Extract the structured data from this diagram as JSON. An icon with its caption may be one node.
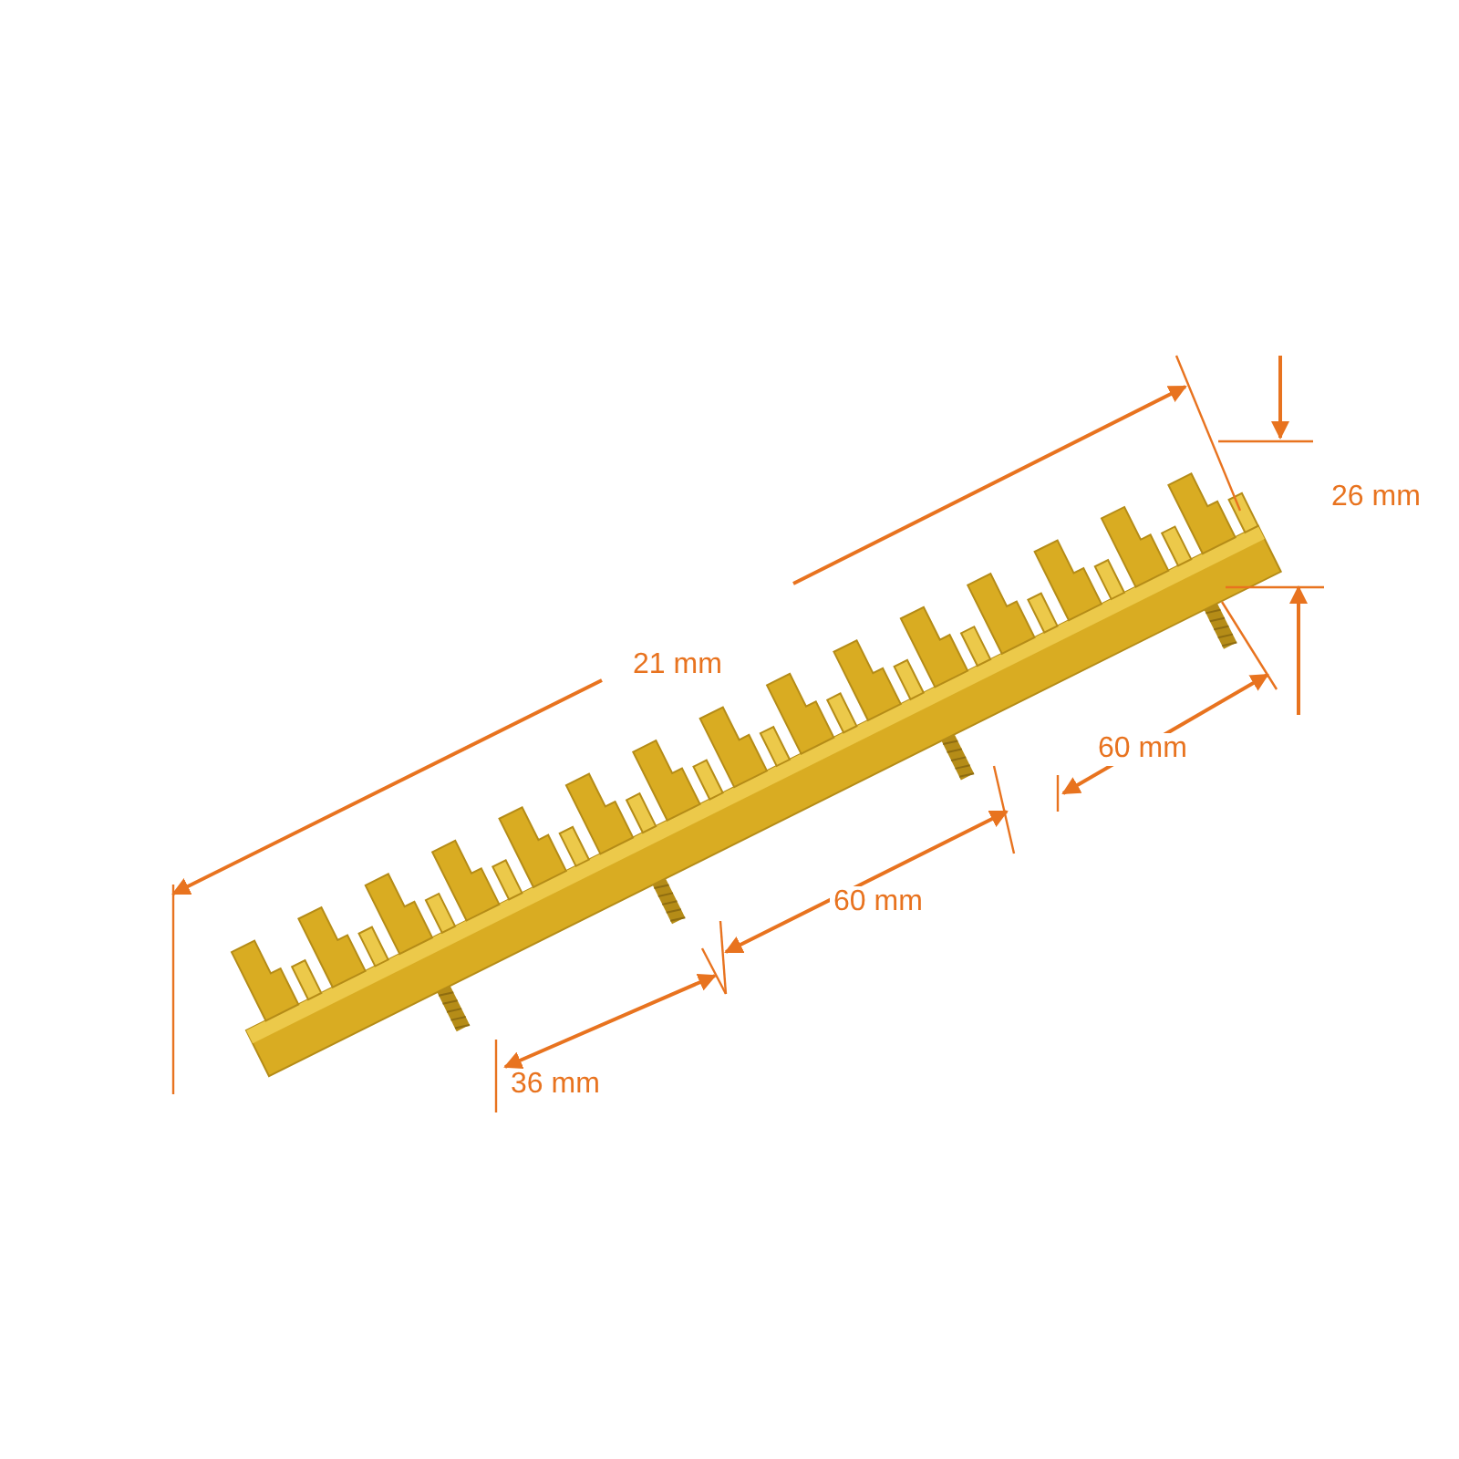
{
  "diagram": {
    "labels": [
      "26 mm",
      "21 mm",
      "60 mm",
      "60 mm",
      "36 mm"
    ]
  }
}
